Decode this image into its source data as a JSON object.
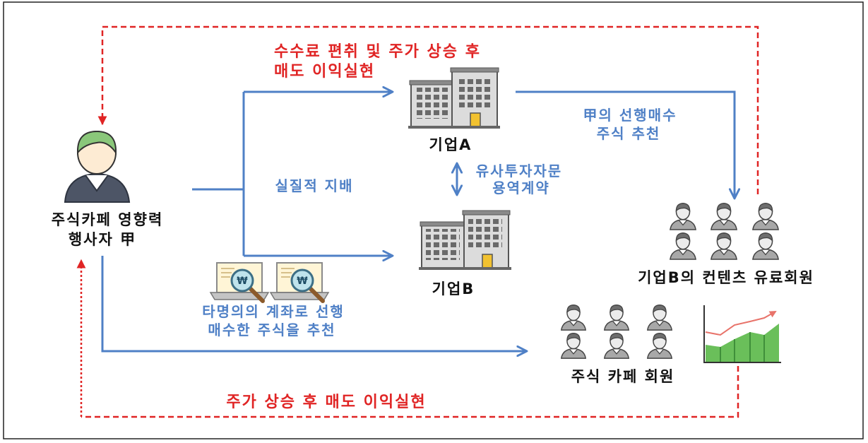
{
  "top_flow": {
    "line1": "수수료 편취 및 주가 상승 후",
    "line2": "매도 이익실현"
  },
  "actor": {
    "line1": "주식카페 영향력",
    "line2": "행사자 甲"
  },
  "control_label": "실질적 지배",
  "company_a": {
    "label": "기업A"
  },
  "company_b": {
    "label": "기업B"
  },
  "contract": {
    "line1": "유사투자자문",
    "line2": "용역계약"
  },
  "recommendation": {
    "line1": "甲의 선행매수",
    "line2": "주식 추천"
  },
  "paid_members": {
    "label": "기업B의 컨텐츠 유료회원"
  },
  "borrowed_accounts": {
    "line1": "타명의의 계좌로 선행",
    "line2": "매수한 주식을 추천",
    "magnifier_symbol": "₩"
  },
  "cafe_members": {
    "label": "주식 카페 회원"
  },
  "bottom_flow": {
    "label": "주가 상승 후 매도 이익실현"
  },
  "colors": {
    "red": "#e02424",
    "blue": "#4f80c6",
    "ink": "#111111",
    "hair_green": "#8ac77a",
    "door_yellow": "#f2c230",
    "chart_green": "#6abf5a"
  },
  "icons": {
    "actor": "person-icon",
    "company": "building-icon",
    "member": "member-icon",
    "account": "laptop-magnifier-icon",
    "gain": "rising-chart-icon"
  }
}
